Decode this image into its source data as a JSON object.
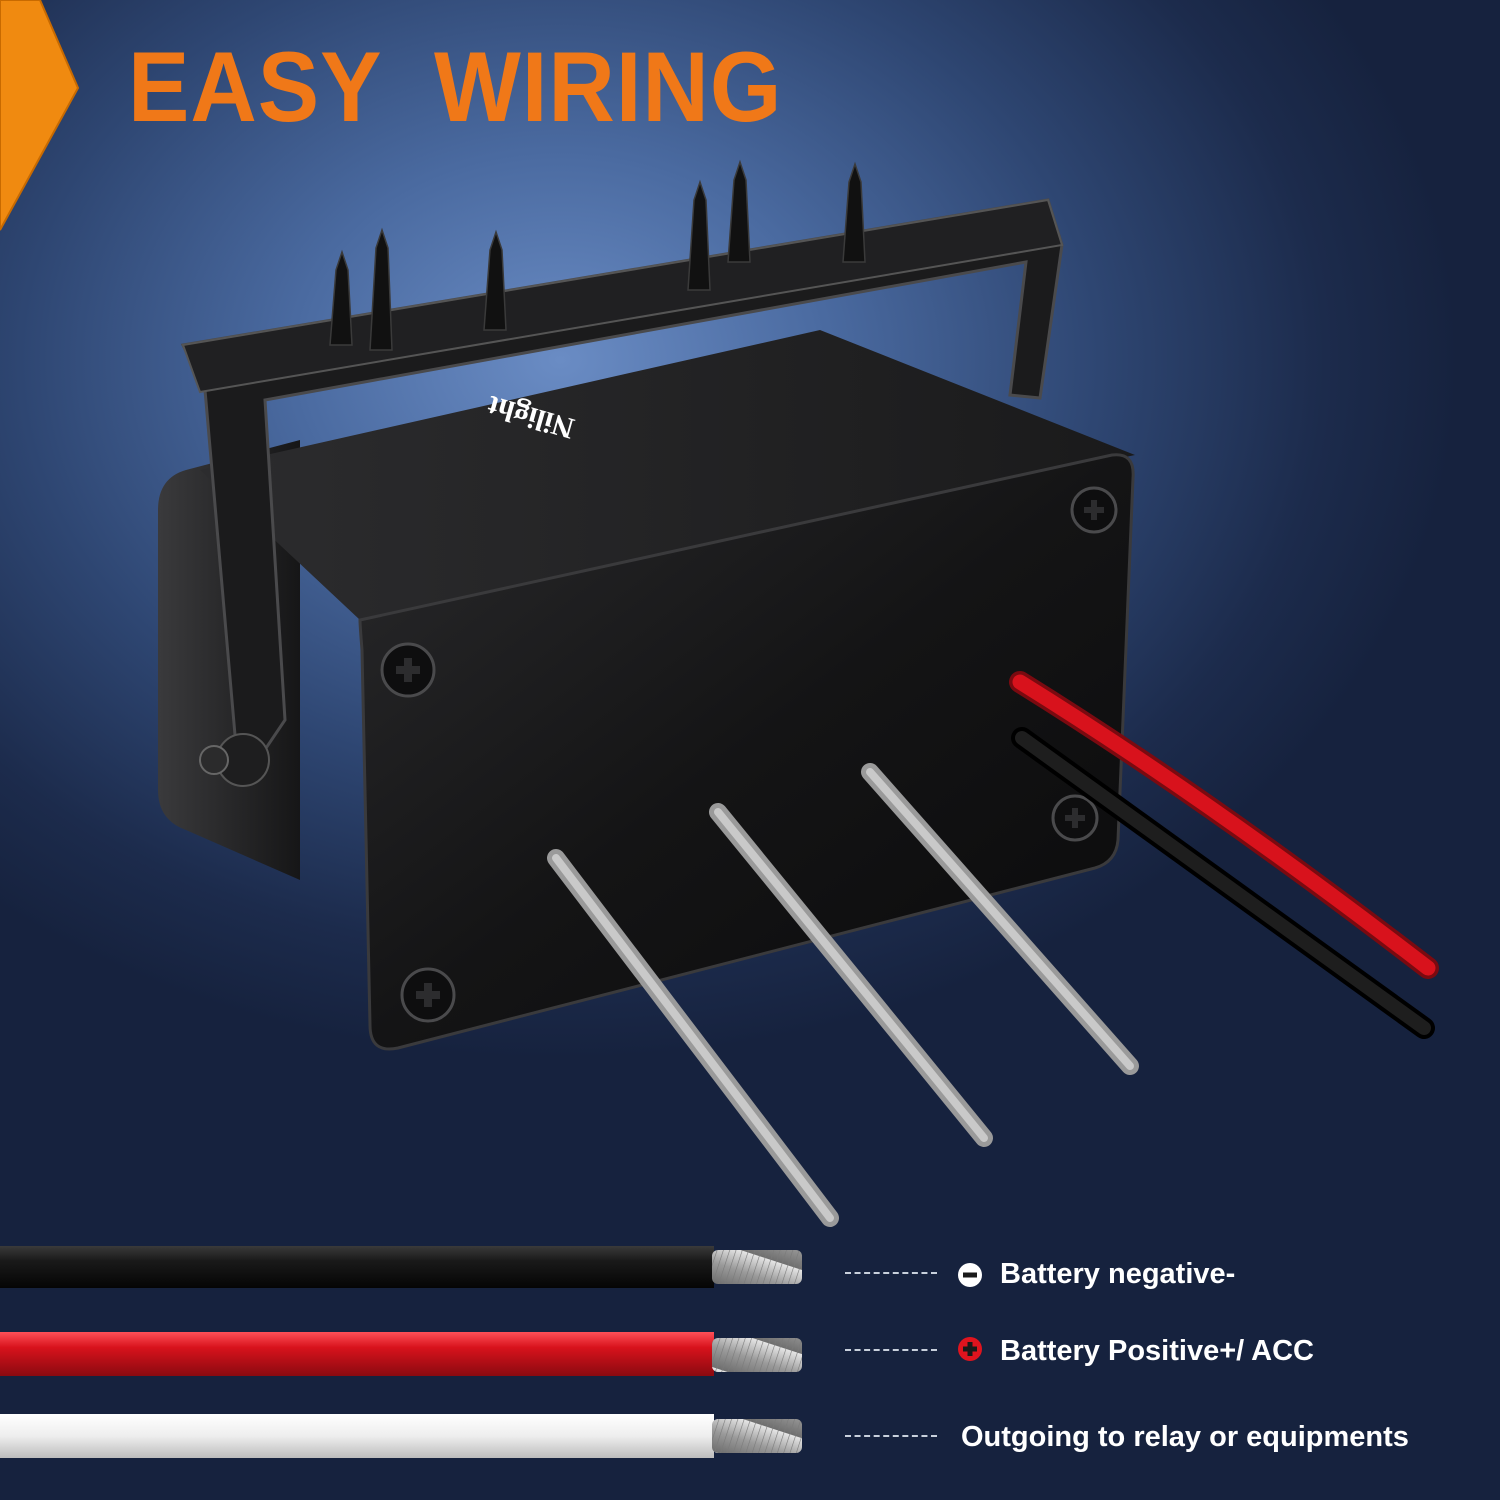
{
  "header": {
    "title": "EASY  WIRING"
  },
  "brand": {
    "logo_text": "Nilight"
  },
  "legend": {
    "items": [
      {
        "icon": "minus-circle-icon",
        "label": "Battery negative-",
        "wire_color": "#141414"
      },
      {
        "icon": "plus-circle-icon",
        "label": "Battery Positive+/ ACC",
        "wire_color": "#d8121c"
      },
      {
        "icon": "",
        "label": "Outgoing to relay or equipments",
        "wire_color": "#f2f2f2"
      }
    ]
  },
  "colors": {
    "accent": "#f07818",
    "background": "#3a5688",
    "wire_red": "#d8121c",
    "wire_black": "#141414",
    "wire_white": "#f2f2f2"
  }
}
